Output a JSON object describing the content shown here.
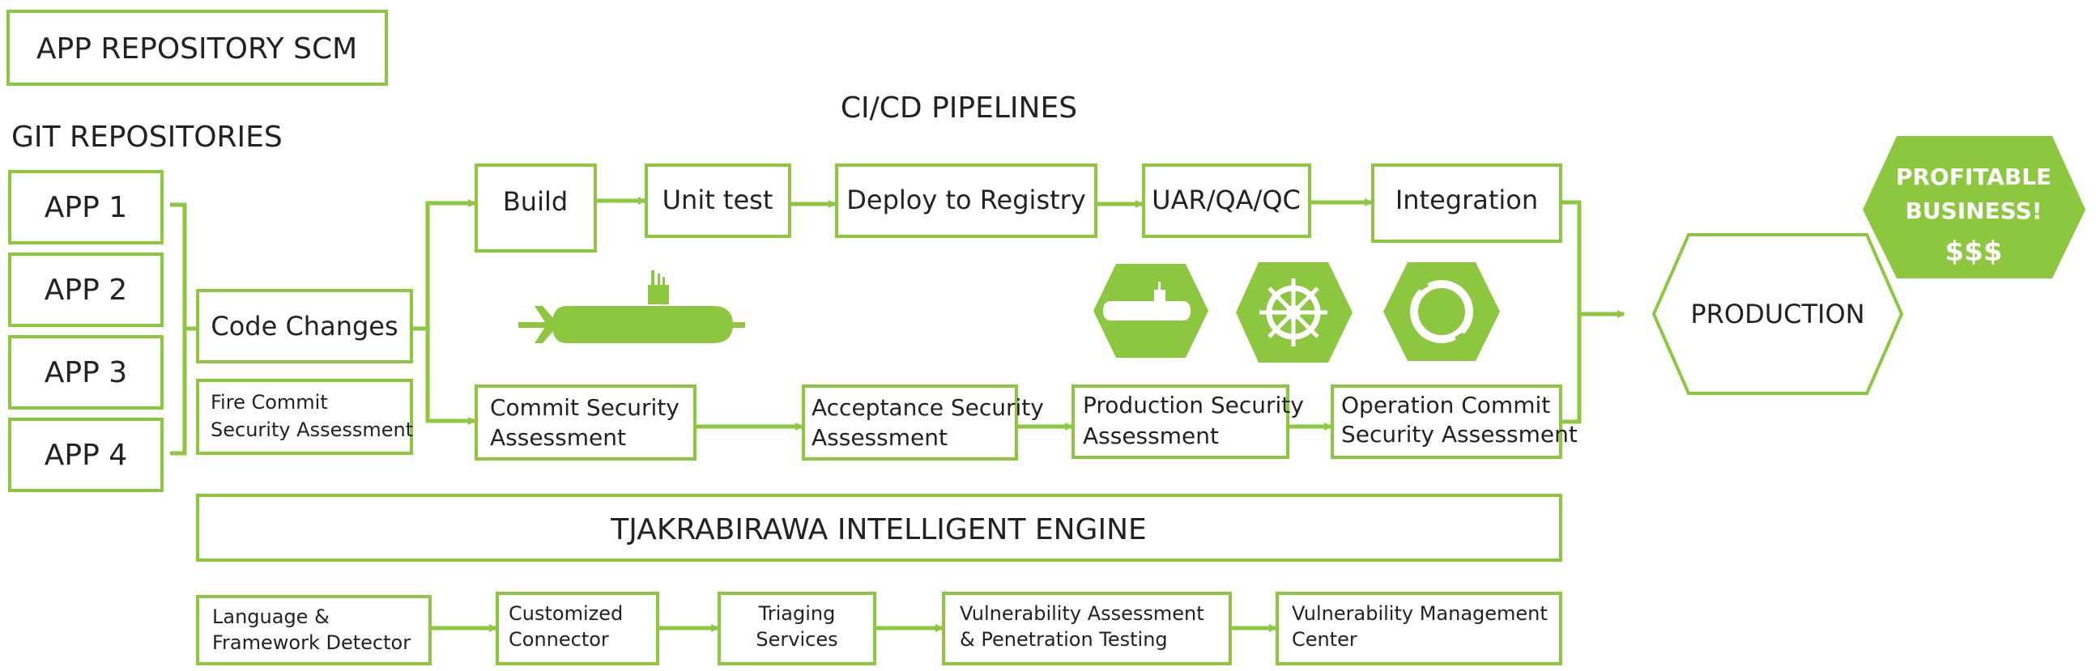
{
  "header": {
    "scm_title": "APP REPOSITORY SCM",
    "git_title": "GIT REPOSITORIES",
    "pipeline_title": "CI/CD PIPELINES"
  },
  "apps": [
    "APP 1",
    "APP 2",
    "APP 3",
    "APP 4"
  ],
  "code_changes": "Code Changes",
  "fire_commit": [
    "Fire Commit",
    "Security Assessment"
  ],
  "pipeline_steps": [
    "Build",
    "Unit test",
    "Deploy to Registry",
    "UAR/QA/QC",
    "Integration"
  ],
  "security_steps": [
    [
      "Commit Security",
      "Assessment"
    ],
    [
      "Acceptance Security",
      "Assessment"
    ],
    [
      "Production Security",
      "Assessment"
    ],
    [
      "Operation Commit",
      "Security Assessment"
    ]
  ],
  "production": "PRODUCTION",
  "profitable": [
    "PROFITABLE",
    "BUSINESS!",
    "$$$"
  ],
  "engine_title": "TJAKRABIRAWA INTELLIGENT ENGINE",
  "engine_steps": [
    [
      "Language &",
      "Framework Detector"
    ],
    [
      "Customized",
      "Connector"
    ],
    [
      "Triaging",
      "Services"
    ],
    [
      "Vulnerability Assessment",
      "& Penetration Testing"
    ],
    [
      "Vulnerability Management",
      "Center"
    ]
  ],
  "icons": [
    "submarine-icon",
    "submarine-hexagon-icon",
    "ship-wheel-hexagon-icon",
    "life-ring-hexagon-icon"
  ],
  "colors": {
    "accent": "#8dc63f",
    "text": "#222222",
    "background": "#ffffff"
  }
}
